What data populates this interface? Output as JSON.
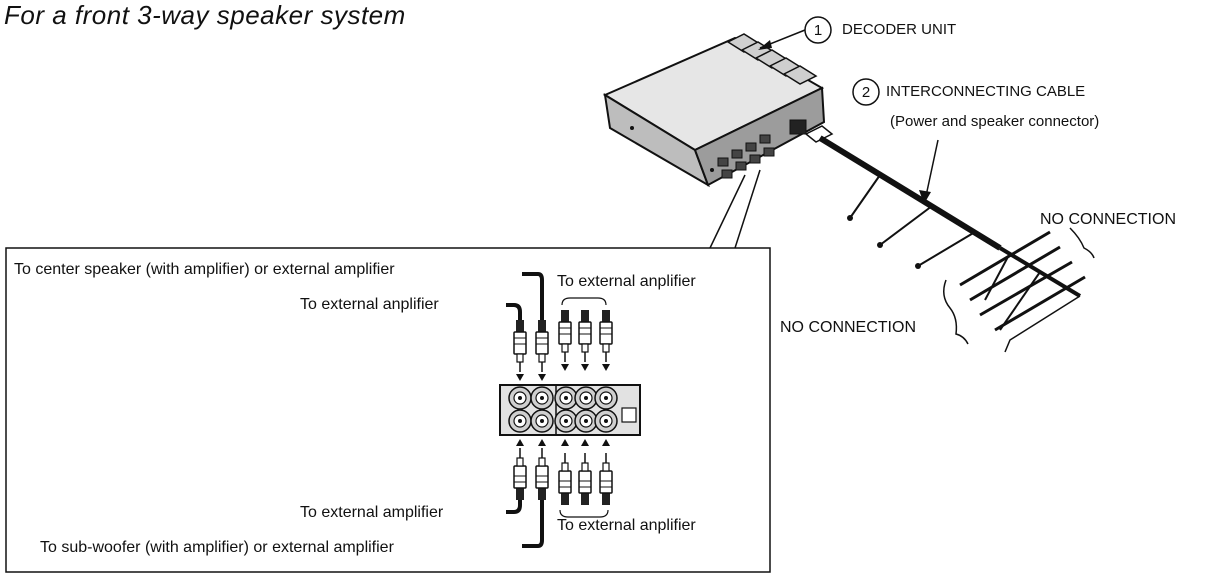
{
  "title": "For a front 3-way speaker system",
  "callouts": {
    "decoder": {
      "number": "1",
      "label": "DECODER UNIT"
    },
    "cable": {
      "number": "2",
      "label": "INTERCONNECTING CABLE",
      "sublabel": "(Power and speaker connector)"
    }
  },
  "labels": {
    "no_connection_right": "NO CONNECTION",
    "no_connection_bottom": "NO CONNECTION",
    "center_speaker": "To center speaker (with amplifier) or external amplifier",
    "ext_top_left": "To external anplifier",
    "ext_top_right": "To external anplifier",
    "ext_bottom_left": "To external amplifier",
    "ext_bottom_right": "To external anplifier",
    "sub_woofer": "To sub-woofer (with amplifier) or external amplifier"
  },
  "colors": {
    "line": "#111111",
    "fill_light": "#d8d8d8",
    "fill_mid": "#a8a8a8",
    "fill_dark": "#555555"
  }
}
